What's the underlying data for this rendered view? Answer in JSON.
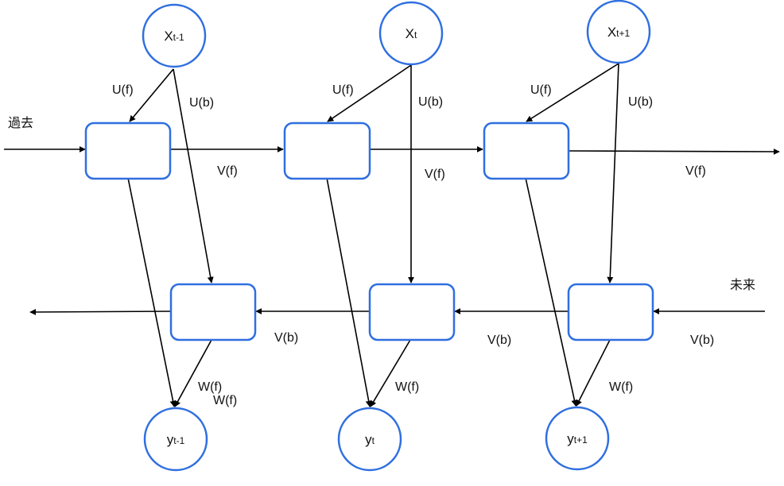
{
  "inputs": [
    {
      "base": "X",
      "sub": "t-1"
    },
    {
      "base": "X",
      "sub": "t"
    },
    {
      "base": "X",
      "sub": "t+1"
    }
  ],
  "outputs": [
    {
      "base": "y",
      "sub": "t-1"
    },
    {
      "base": "y",
      "sub": "t"
    },
    {
      "base": "y",
      "sub": "t+1"
    }
  ],
  "forward_weight_labels": [
    "U(f)",
    "U(f)",
    "U(f)"
  ],
  "backward_weight_labels": [
    "U(b)",
    "U(b)",
    "U(b)"
  ],
  "forward_recurrent_labels": [
    "V(f)",
    "V(f)",
    "V(f)"
  ],
  "backward_recurrent_labels": [
    "V(b)",
    "V(b)",
    "V(b)"
  ],
  "output_weight_labels": [
    "W(f)",
    "W(f)",
    "W(f)",
    "W(f)"
  ],
  "side_labels": {
    "past": "過去",
    "future": "未来"
  },
  "colors": {
    "node_stroke": "#2f6fe0",
    "edge": "#000000"
  }
}
